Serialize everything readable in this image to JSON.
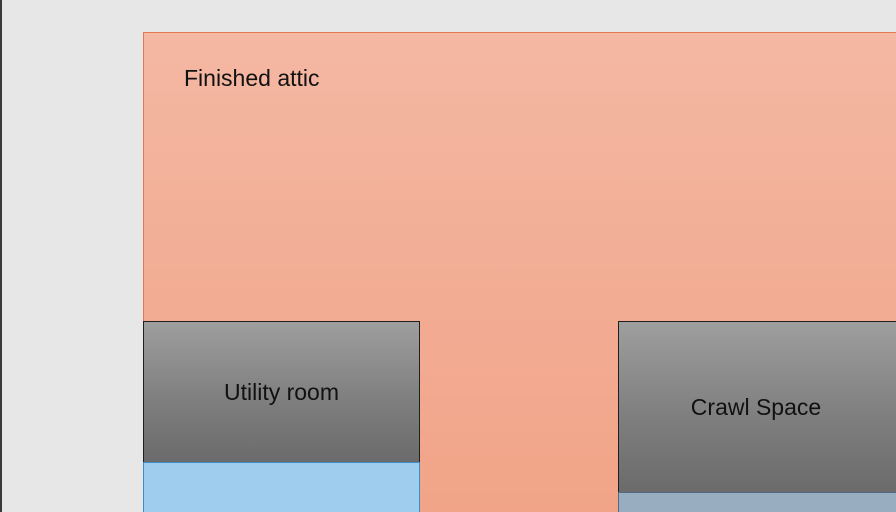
{
  "diagram": {
    "regions": {
      "attic": {
        "label": "Finished attic",
        "fill": "#f2ad95",
        "border": "#e07a52"
      },
      "utility_room": {
        "label": "Utility room",
        "fill": "#7f7f7f"
      },
      "crawl_space": {
        "label": "Crawl Space",
        "fill": "#7f7f7f"
      },
      "utility_strip": {
        "fill": "#9fcdee"
      },
      "crawl_strip": {
        "fill": "#98aec0"
      }
    },
    "background": "#e7e7e7"
  }
}
